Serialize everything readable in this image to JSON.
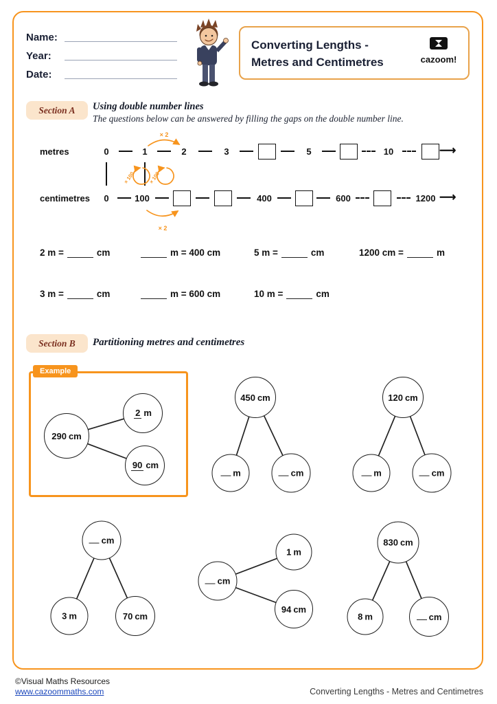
{
  "header": {
    "name_label": "Name:",
    "year_label": "Year:",
    "date_label": "Date:",
    "title_line1": "Converting Lengths -",
    "title_line2": "Metres and Centimetres",
    "logo_text": "cazoom!"
  },
  "section_a": {
    "badge": "Section A",
    "heading": "Using double number lines",
    "subheading": "The questions below can be answered by filling the gaps on the double number line.",
    "number_line": {
      "top_label": "metres",
      "bottom_label": "centimetres",
      "top_values": [
        "0",
        "1",
        "2",
        "3",
        "",
        "5",
        "",
        "10",
        ""
      ],
      "bottom_values": [
        "0",
        "100",
        "",
        "",
        "400",
        "",
        "600",
        "",
        "1200"
      ],
      "times_two": "× 2",
      "times_hundred": "× 100",
      "arrow": "⟶"
    },
    "questions": [
      {
        "left": "2 m =",
        "right": "cm"
      },
      {
        "left": "",
        "right": "m = 400 cm"
      },
      {
        "left": "5 m =",
        "right": "cm"
      },
      {
        "left": "1200 cm =",
        "right": "m"
      },
      {
        "left": "3 m =",
        "right": "cm"
      },
      {
        "left": "",
        "right": "m = 600 cm"
      },
      {
        "left": "10 m =",
        "right": "cm"
      }
    ]
  },
  "section_b": {
    "badge": "Section B",
    "heading": "Partitioning metres and centimetres",
    "example_tag": "Example",
    "example": {
      "whole": {
        "value": "290",
        "unit": "cm"
      },
      "part1": {
        "value": "2",
        "unit": "m"
      },
      "part2": {
        "value": "90",
        "unit": "cm"
      }
    },
    "diagrams": [
      {
        "whole": {
          "value": "450",
          "unit": "cm"
        },
        "part1": {
          "value": "",
          "unit": "m"
        },
        "part2": {
          "value": "",
          "unit": "cm"
        }
      },
      {
        "whole": {
          "value": "120",
          "unit": "cm"
        },
        "part1": {
          "value": "",
          "unit": "m"
        },
        "part2": {
          "value": "",
          "unit": "cm"
        }
      },
      {
        "whole": {
          "value": "",
          "unit": "cm"
        },
        "part1": {
          "value": "3",
          "unit": "m"
        },
        "part2": {
          "value": "70",
          "unit": "cm"
        }
      },
      {
        "whole": {
          "value": "",
          "unit": "cm"
        },
        "part1": {
          "value": "1",
          "unit": "m"
        },
        "part2": {
          "value": "94",
          "unit": "cm"
        }
      },
      {
        "whole": {
          "value": "830",
          "unit": "cm"
        },
        "part1": {
          "value": "8",
          "unit": "m"
        },
        "part2": {
          "value": "",
          "unit": "cm"
        }
      }
    ]
  },
  "footer": {
    "copyright": "©Visual Maths Resources",
    "website": "www.cazoommaths.com",
    "title": "Converting Lengths - Metres and Centimetres"
  },
  "colors": {
    "accent_orange": "#F7941D",
    "badge_bg": "#FBE5CC",
    "badge_text": "#7B3020",
    "ink": "#1A2034",
    "link_blue": "#1A46BB"
  }
}
